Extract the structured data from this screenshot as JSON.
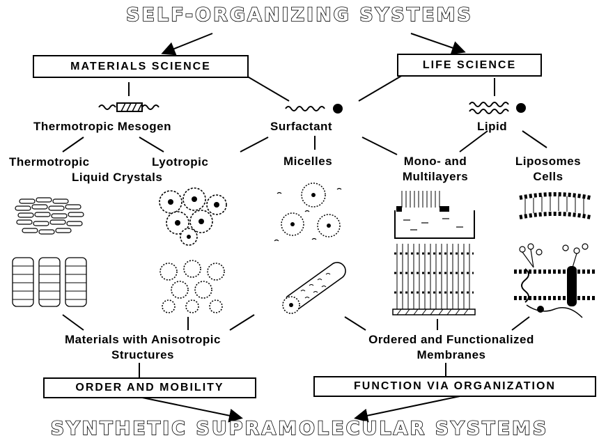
{
  "title_top": "SELF-ORGANIZING SYSTEMS",
  "title_bottom": "SYNTHETIC SUPRAMOLECULAR SYSTEMS",
  "boxes": {
    "materials_science": "MATERIALS SCIENCE",
    "life_science": "LIFE SCIENCE",
    "order_mobility": "ORDER AND MOBILITY",
    "function_organization": "FUNCTION VIA ORGANIZATION"
  },
  "molecules": {
    "mesogen": "Thermotropic Mesogen",
    "surfactant": "Surfactant",
    "lipid": "Lipid"
  },
  "phases": {
    "thermotropic": "Thermotropic",
    "lyotropic": "Lyotropic",
    "liquid_crystals": "Liquid Crystals",
    "micelles": "Micelles",
    "mono_line1": "Mono- and",
    "mono_line2": "Multilayers",
    "lipo_line1": "Liposomes",
    "lipo_line2": "Cells"
  },
  "outcomes": {
    "materials_line1": "Materials with Anisotropic",
    "materials_line2": "Structures",
    "membranes_line1": "Ordered and Functionalized",
    "membranes_line2": "Membranes"
  }
}
